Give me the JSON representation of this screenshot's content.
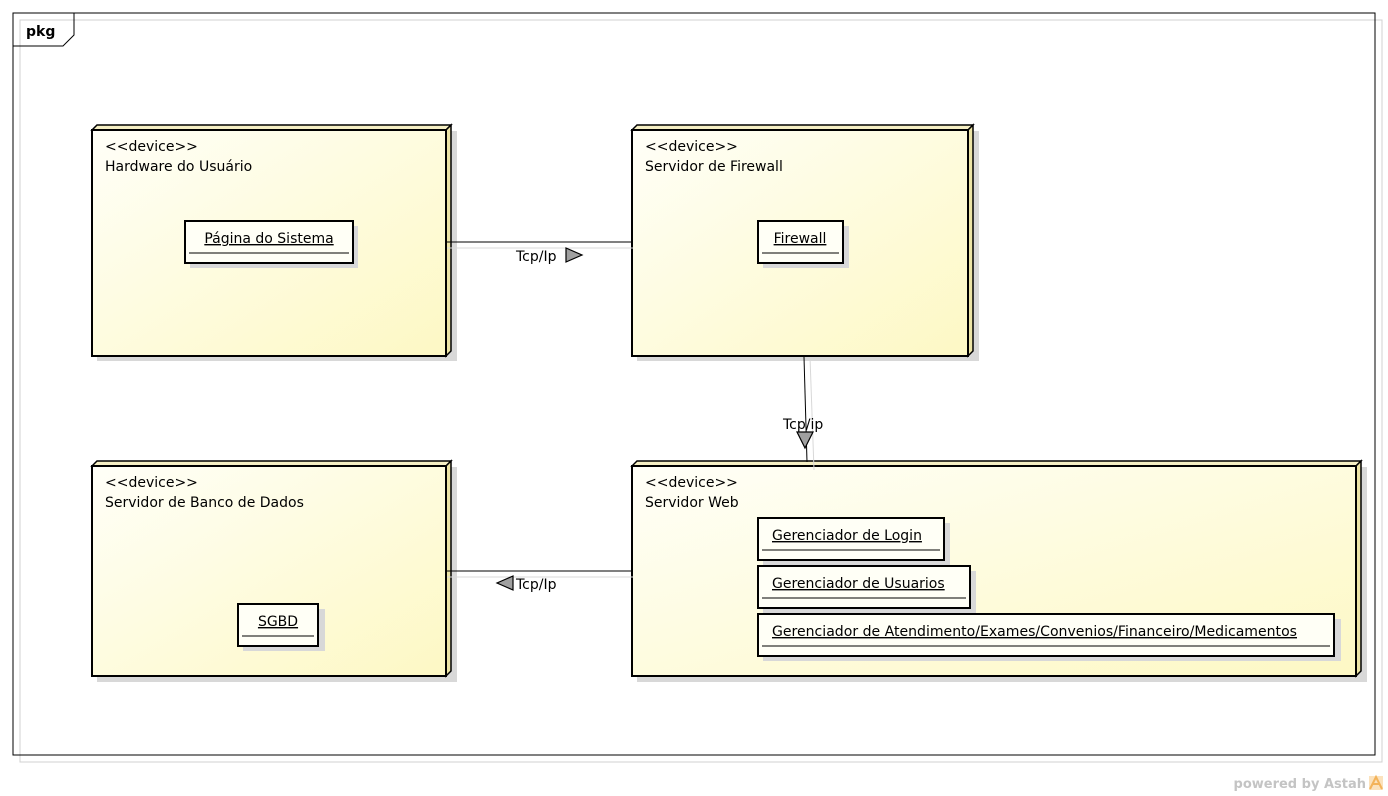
{
  "frame": {
    "label": "pkg"
  },
  "nodes": {
    "hardware": {
      "stereotype": "<<device>>",
      "name": "Hardware do Usuário",
      "components": [
        "Página do Sistema"
      ]
    },
    "firewall": {
      "stereotype": "<<device>>",
      "name": "Servidor de Firewall",
      "components": [
        "Firewall"
      ]
    },
    "database": {
      "stereotype": "<<device>>",
      "name": "Servidor de Banco de Dados",
      "components": [
        "SGBD"
      ]
    },
    "web": {
      "stereotype": "<<device>>",
      "name": "Servidor Web",
      "components": [
        "Gerenciador de Login",
        "Gerenciador de Usuarios",
        "Gerenciador de Atendimento/Exames/Convenios/Financeiro/Medicamentos"
      ]
    }
  },
  "connections": {
    "hardware_firewall": "Tcp/Ip",
    "firewall_web": "Tcp/ip",
    "web_database": "Tcp/Ip"
  },
  "watermark": {
    "text": "powered by Astah"
  },
  "colors": {
    "node_fill_light": "#fffff5",
    "node_fill_dark": "#fdf8c9",
    "node_top": "#f5efc4",
    "node_side": "#ece4a6",
    "shadow": "#d8d8d8",
    "arrow_fill": "#a0a0a0",
    "watermark": "#c4c4c4",
    "astah_logo": "#f3b35a"
  }
}
